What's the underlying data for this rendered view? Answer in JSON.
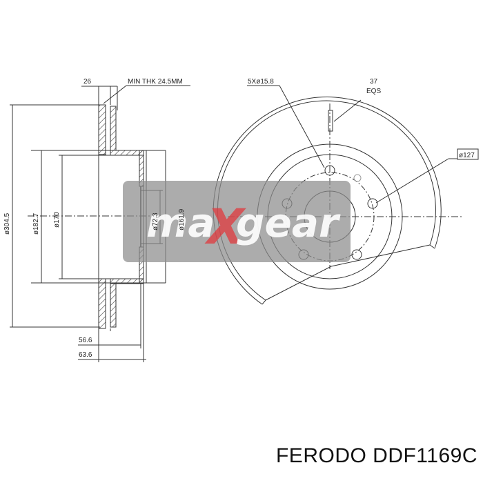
{
  "diagram": {
    "title": "Brake disc technical drawing",
    "section_view": {
      "dimensions": {
        "thickness": "26",
        "min_thickness": "MIN THK 24.5MM",
        "outer_diameter": "ø304.5",
        "diameter_182_7": "ø182.7",
        "diameter_170": "ø170",
        "center_bore": "ø72.3",
        "hat_diameter": "ø161.9",
        "height_56_6": "56.6",
        "height_63_6": "63.6"
      }
    },
    "front_view": {
      "dimensions": {
        "bolt_holes": "5Xø15.8",
        "angle": "37",
        "angle_note": "EQS",
        "pitch_circle": "ø127"
      }
    },
    "watermark": {
      "brand_left": "ma",
      "brand_x": "X",
      "brand_right": "gear",
      "bg_color": "#8c8c8c",
      "x_color": "#e0393e"
    }
  },
  "caption": {
    "text": "FERODO DDF1169C"
  }
}
